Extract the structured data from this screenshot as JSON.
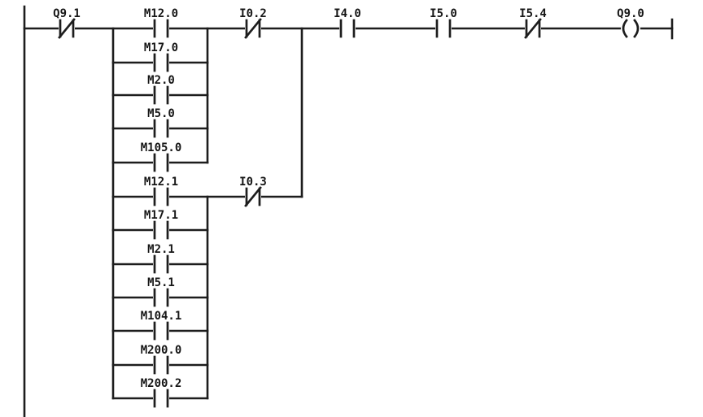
{
  "diagram": {
    "type": "plc-ladder-logic-network",
    "background_color": "#ffffff",
    "line_color": "#1d1d1d",
    "rung": {
      "input_contact": {
        "label": "Q9.1",
        "type": "NC"
      },
      "branch_a": {
        "contacts": [
          {
            "label": "M12.0",
            "type": "NO"
          },
          {
            "label": "M17.0",
            "type": "NO"
          },
          {
            "label": "M2.0",
            "type": "NO"
          },
          {
            "label": "M5.0",
            "type": "NO"
          },
          {
            "label": "M105.0",
            "type": "NO"
          }
        ],
        "series_contact": {
          "label": "I0.2",
          "type": "NC"
        }
      },
      "branch_b": {
        "contacts": [
          {
            "label": "M12.1",
            "type": "NO"
          },
          {
            "label": "M17.1",
            "type": "NO"
          },
          {
            "label": "M2.1",
            "type": "NO"
          },
          {
            "label": "M5.1",
            "type": "NO"
          },
          {
            "label": "M104.1",
            "type": "NO"
          },
          {
            "label": "M200.0",
            "type": "NO"
          },
          {
            "label": "M200.2",
            "type": "NO"
          }
        ],
        "series_contact": {
          "label": "I0.3",
          "type": "NC"
        }
      },
      "output_contacts": [
        {
          "label": "I4.0",
          "type": "NO"
        },
        {
          "label": "I5.0",
          "type": "NO"
        },
        {
          "label": "I5.4",
          "type": "NC"
        }
      ],
      "coil": {
        "label": "Q9.0",
        "type": "output-coil"
      }
    }
  }
}
